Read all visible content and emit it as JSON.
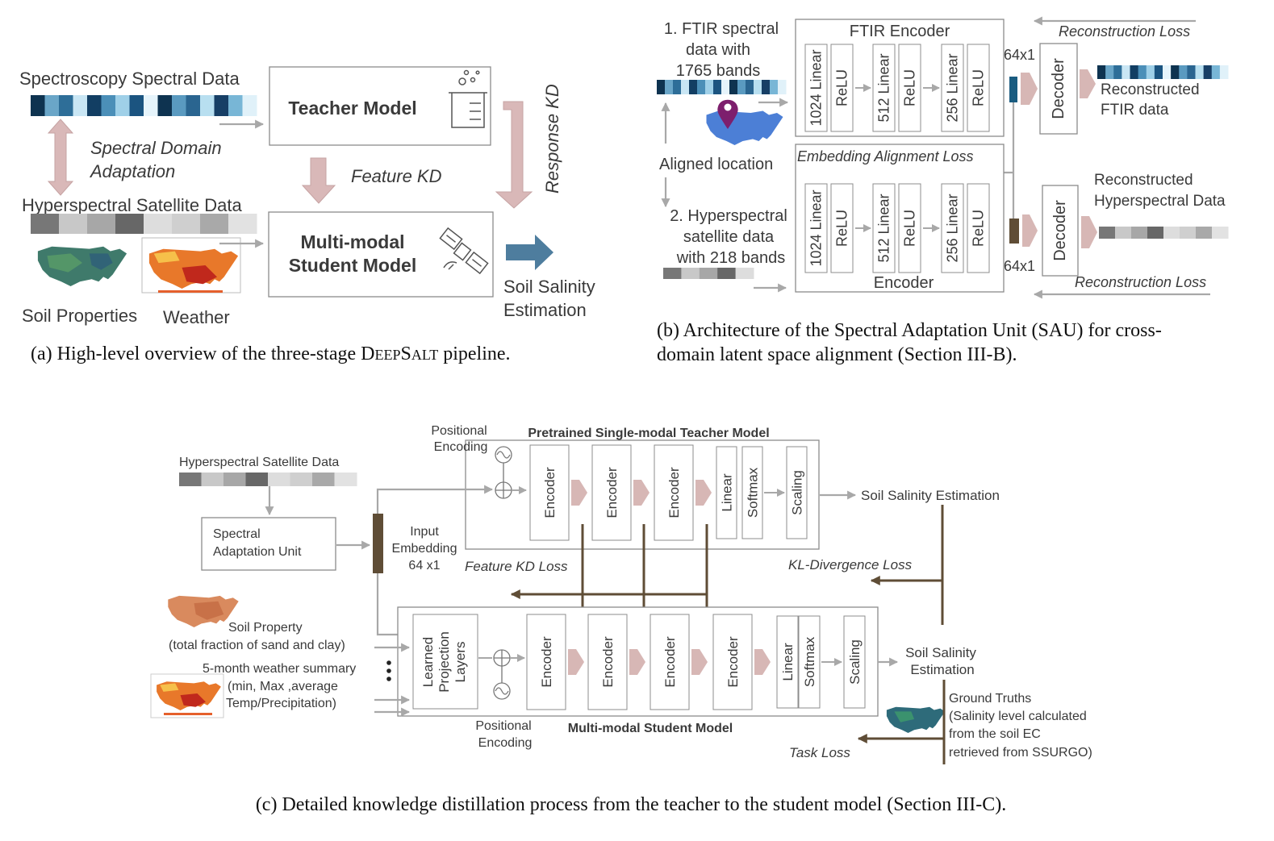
{
  "panel_a": {
    "spectroscopy_label": "Spectroscopy Spectral Data",
    "teacher_model": "Teacher Model",
    "response_kd": "Response KD",
    "spectral_domain_adaptation_1": "Spectral Domain",
    "spectral_domain_adaptation_2": "Adaptation",
    "feature_kd": "Feature KD",
    "hyperspectral_label": "Hyperspectral Satellite Data",
    "student_model_1": "Multi-modal",
    "student_model_2": "Student Model",
    "output_1": "Soil Salinity",
    "output_2": "Estimation",
    "soil_properties": "Soil Properties",
    "weather": "Weather",
    "caption_prefix": "(a) High-level overview of the three-stage ",
    "caption_name_1": "D",
    "caption_name_2": "EEP",
    "caption_name_3": "S",
    "caption_name_4": "ALT",
    "caption_suffix": " pipeline."
  },
  "panel_b": {
    "ftir_1": "1. FTIR spectral",
    "ftir_2": "data with",
    "ftir_3": "1765 bands",
    "ftir_encoder": "FTIR Encoder",
    "recon_loss_top": "Reconstruction Loss",
    "dim_top": "64x1",
    "decoder": "Decoder",
    "recon_ftir_1": "Reconstructed",
    "recon_ftir_2": "FTIR data",
    "aligned_location": "Aligned location",
    "embedding_alignment_loss": "Embedding Alignment Loss",
    "recon_hyper_1": "Reconstructed",
    "recon_hyper_2": "Hyperspectral Data",
    "hyper_1": "2. Hyperspectral",
    "hyper_2": "satellite data",
    "hyper_3": "with 218 bands",
    "encoder": "Encoder",
    "dim_bottom": "64x1",
    "recon_loss_bottom": "Reconstruction Loss",
    "layers": [
      "1024 Linear",
      "ReLU",
      "512 Linear",
      "ReLU",
      "256 Linear",
      "ReLU"
    ],
    "caption_1": "(b) Architecture of the Spectral Adaptation Unit (SAU) for cross-",
    "caption_2": "domain latent space alignment (Section III-B)."
  },
  "panel_c": {
    "positional_encoding_1": "Positional",
    "positional_encoding_2": "Encoding",
    "teacher_title": "Pretrained Single-modal Teacher Model",
    "hyperspectral_label": "Hyperspectral Satellite Data",
    "sau_1": "Spectral",
    "sau_2": "Adaptation Unit",
    "input_embedding_1": "Input",
    "input_embedding_2": "Embedding",
    "input_embedding_3": "64 x1",
    "encoder": "Encoder",
    "linear": "Linear",
    "softmax": "Softmax",
    "scaling": "Scaling",
    "teacher_output": "Soil Salinity Estimation",
    "feature_kd_loss": "Feature KD Loss",
    "kl_loss": "KL-Divergence Loss",
    "soil_property_1": "Soil Property",
    "soil_property_2": "(total fraction of sand and clay)",
    "weather_1": "5-month weather summary",
    "weather_2": "(min, Max ,average",
    "weather_3": "Temp/Precipitation)",
    "learned_1": "Learned",
    "learned_2": "Projection",
    "learned_3": "Layers",
    "student_output_1": "Soil Salinity",
    "student_output_2": "Estimation",
    "student_title": "Multi-modal Student Model",
    "ground_truth_1": "Ground Truths",
    "ground_truth_2": "(Salinity level calculated",
    "ground_truth_3": "from the soil EC",
    "ground_truth_4": "retrieved from SSURGO)",
    "task_loss": "Task Loss",
    "caption": "(c) Detailed knowledge distillation process from the teacher to the student model (Section III-C)."
  },
  "colors": {
    "spectral_strip": [
      "#0e3350",
      "#6aa6c8",
      "#2e6e98",
      "#c9e6f4",
      "#123e63",
      "#4b8fb8",
      "#9fd0e8",
      "#1b5480",
      "#e6f4fb",
      "#0e3350",
      "#5a9ac0",
      "#2a6590",
      "#b8dff0",
      "#173f66",
      "#78b6d6",
      "#e0f1f9"
    ],
    "gray_strip": [
      "#777777",
      "#c8c8c8",
      "#a7a7a7",
      "#676767",
      "#dddddd",
      "#cfcfcf",
      "#a9a9a9",
      "#e2e2e2"
    ],
    "pink_arrow": "#d9b8b8",
    "blue_arrow": "#4e7d9e",
    "brown": "#5f4d36"
  }
}
